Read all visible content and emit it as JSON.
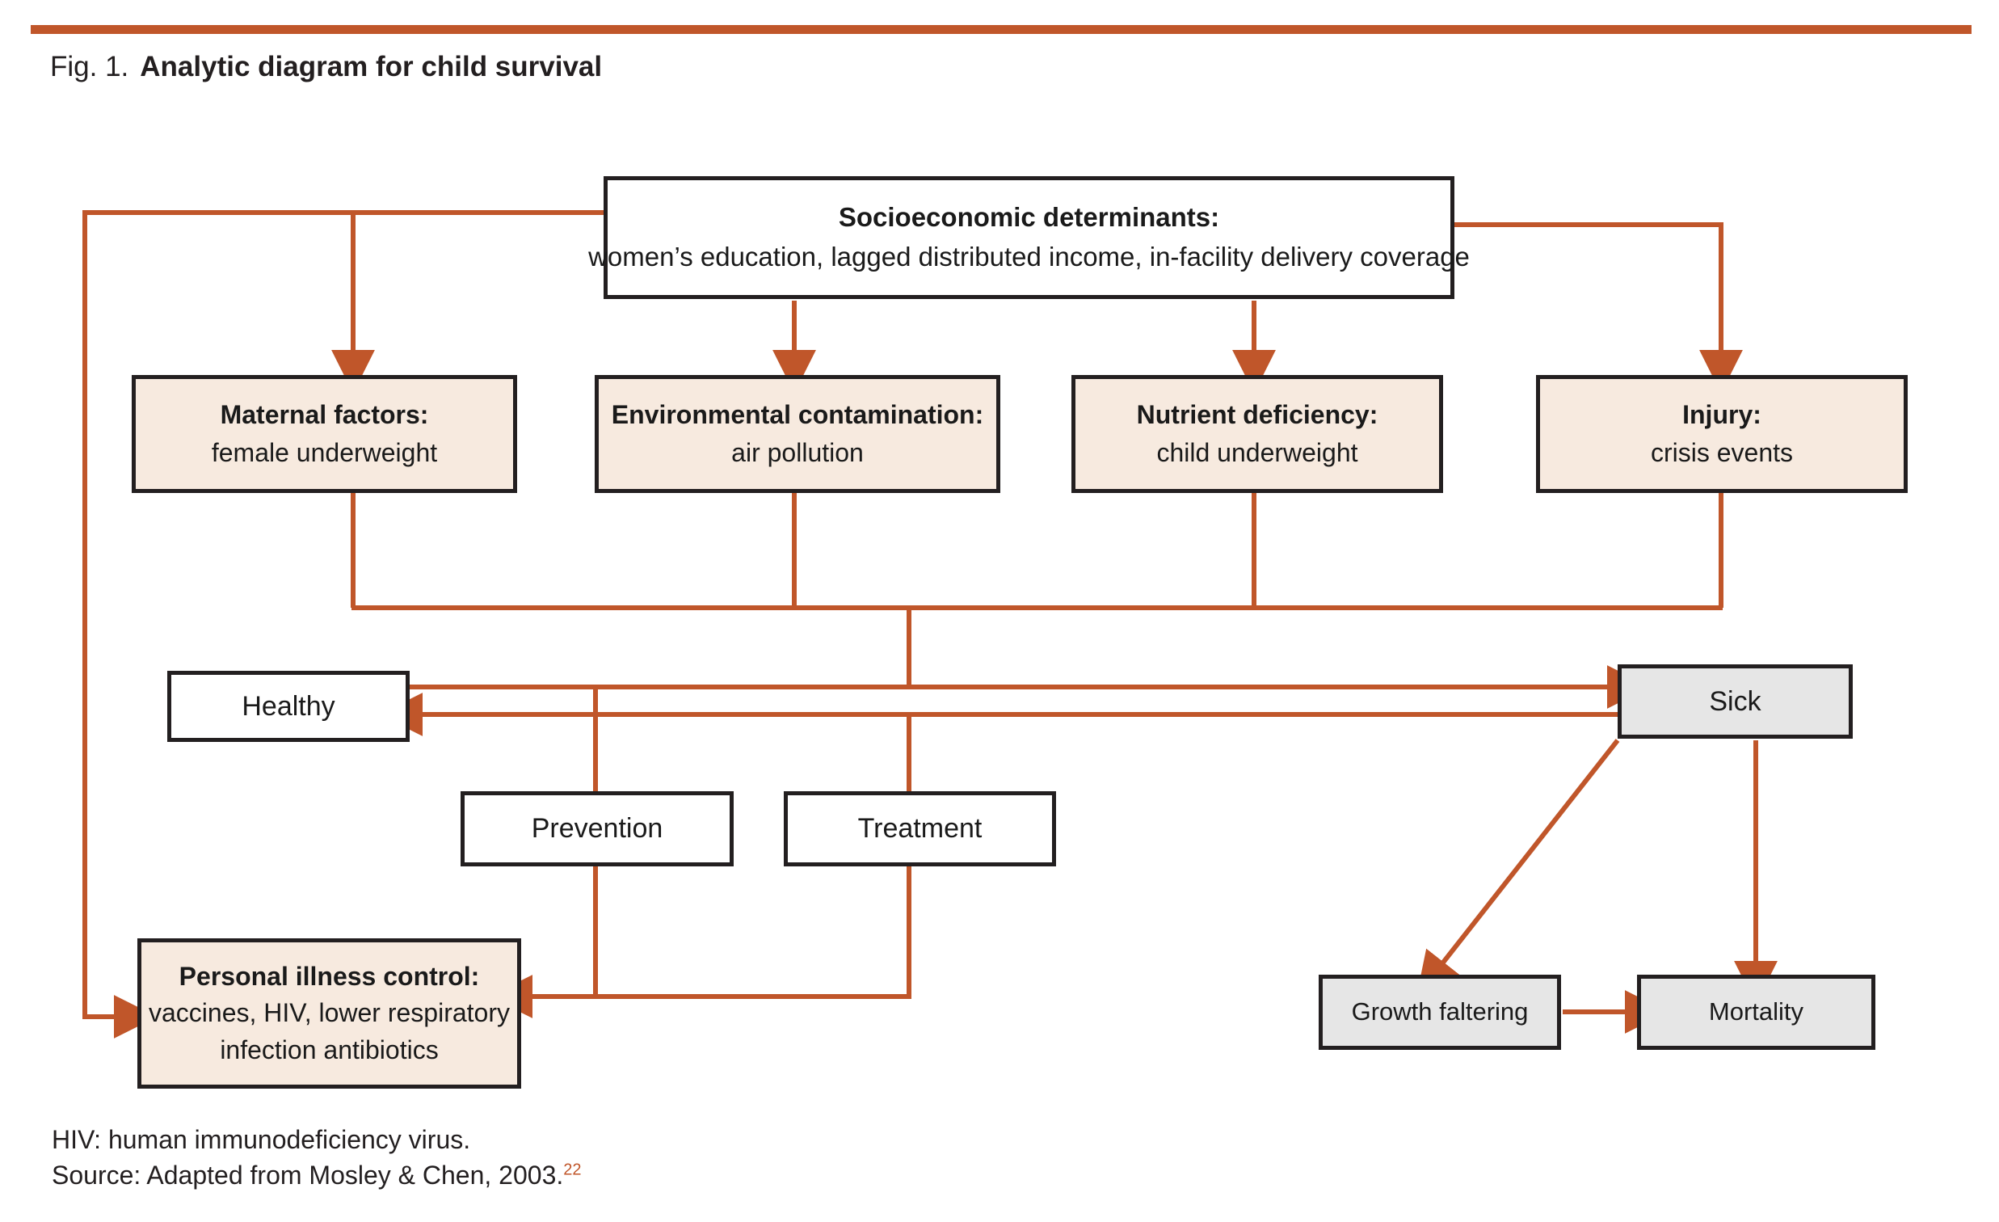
{
  "figure": {
    "label": "Fig. 1.",
    "title": "Analytic diagram for child survival",
    "accent_color": "#C0562A",
    "box_border_color": "#231f20",
    "fill_peach": "#F7EADF",
    "fill_grey": "#E6E6E6",
    "fill_white": "#FFFFFF"
  },
  "nodes": {
    "socioeconomic": {
      "title": "Socioeconomic determinants:",
      "subtitle": "women’s education, lagged distributed income, in-facility delivery coverage",
      "fill": "#FFFFFF"
    },
    "maternal": {
      "title": "Maternal factors:",
      "subtitle": "female underweight",
      "fill": "#F7EADF"
    },
    "environmental": {
      "title": "Environmental contamination:",
      "subtitle": "air pollution",
      "fill": "#F7EADF"
    },
    "nutrient": {
      "title": "Nutrient deficiency:",
      "subtitle": "child underweight",
      "fill": "#F7EADF"
    },
    "injury": {
      "title": "Injury:",
      "subtitle": "crisis events",
      "fill": "#F7EADF"
    },
    "healthy": {
      "title": "Healthy",
      "fill": "#FFFFFF"
    },
    "sick": {
      "title": "Sick",
      "fill": "#E6E6E6"
    },
    "prevention": {
      "title": "Prevention",
      "fill": "#FFFFFF"
    },
    "treatment": {
      "title": "Treatment",
      "fill": "#FFFFFF"
    },
    "personal": {
      "title": "Personal illness control:",
      "subtitle_line1": "vaccines, HIV, lower respiratory",
      "subtitle_line2": "infection antibiotics",
      "fill": "#F7EADF"
    },
    "growth_faltering": {
      "title": "Growth faltering",
      "fill": "#E6E6E6"
    },
    "mortality": {
      "title": "Mortality",
      "fill": "#E6E6E6"
    }
  },
  "edges": [
    {
      "from": "socioeconomic",
      "to": "maternal"
    },
    {
      "from": "socioeconomic",
      "to": "environmental"
    },
    {
      "from": "socioeconomic",
      "to": "nutrient"
    },
    {
      "from": "socioeconomic",
      "to": "injury"
    },
    {
      "from": "socioeconomic",
      "to": "personal"
    },
    {
      "from": "maternal",
      "to": "sick"
    },
    {
      "from": "environmental",
      "to": "sick"
    },
    {
      "from": "nutrient",
      "to": "sick"
    },
    {
      "from": "injury",
      "to": "sick"
    },
    {
      "from": "sick",
      "to": "healthy"
    },
    {
      "from": "prevention",
      "to": "personal"
    },
    {
      "from": "treatment",
      "to": "personal"
    },
    {
      "from": "sick",
      "to": "growth_faltering"
    },
    {
      "from": "sick",
      "to": "mortality"
    },
    {
      "from": "growth_faltering",
      "to": "mortality"
    }
  ],
  "footnotes": {
    "abbreviation": "HIV: human immunodeficiency virus.",
    "source_text": "Source: Adapted from Mosley & Chen, 2003.",
    "source_ref": "22"
  }
}
